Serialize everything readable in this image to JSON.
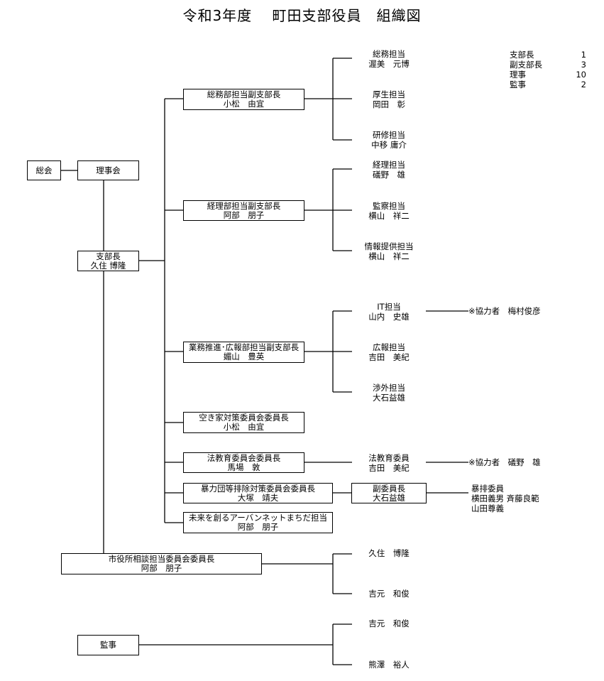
{
  "title": "令和3年度　 町田支部役員　組織図",
  "legend": [
    {
      "label": "支部長",
      "count": "1"
    },
    {
      "label": "副支部長",
      "count": "3"
    },
    {
      "label": "理事",
      "count": "10"
    },
    {
      "label": "監事",
      "count": "2"
    }
  ],
  "boxes": {
    "soukai": [
      "総会"
    ],
    "rijikai": [
      "理事会"
    ],
    "shibucho": [
      "支部長",
      "久住 博隆"
    ],
    "soumu_fuku": [
      "総務部担当副支部長",
      "小松　由宜"
    ],
    "keiri_fuku": [
      "経理部担当副支部長",
      "阿部　朋子"
    ],
    "gyomu_fuku": [
      "業務推進･広報部担当副支部長",
      "媚山　豊英"
    ],
    "akiya": [
      "空き家対策委員会委員長",
      "小松　由宜"
    ],
    "houkyouiku": [
      "法教育委員会委員長",
      "馬場　敦"
    ],
    "boryoku": [
      "暴力団等排除対策委員会委員長",
      "大塚　靖夫"
    ],
    "boryoku_fuku": [
      "副委員長",
      "大石益雄"
    ],
    "mirai": [
      "未来を創るアーバンネットまちだ担当",
      "阿部　朋子"
    ],
    "shiyakusho": [
      "市役所相談担当委員会委員長",
      "阿部　朋子"
    ],
    "kanji": [
      "監事"
    ]
  },
  "labels": {
    "soumu_tanto": [
      "総務担当",
      "渥美　元博"
    ],
    "kousei": [
      "厚生担当",
      "岡田　彰"
    ],
    "kenshu": [
      "研修担当",
      "中移 庸介"
    ],
    "keiri_tanto": [
      "経理担当",
      "礒野　雄"
    ],
    "kansatsu": [
      "監察担当",
      "横山　祥二"
    ],
    "joho": [
      "情報提供担当",
      "横山　祥二"
    ],
    "it": [
      "IT担当",
      "山内　史雄"
    ],
    "kouhou": [
      "広報担当",
      "吉田　美紀"
    ],
    "shogai": [
      "渉外担当",
      "大石益雄"
    ],
    "houkyouiku_iin": [
      "法教育委員",
      "吉田　美紀"
    ],
    "shiyakusho_1": [
      "久住　博隆"
    ],
    "shiyakusho_2": [
      "吉元　和俊"
    ],
    "kanji_1": [
      "吉元　和俊"
    ],
    "kanji_2": [
      "熊澤　裕人"
    ]
  },
  "notes": {
    "it_kyoryoku": "※協力者　梅村俊彦",
    "hou_kyoryoku": "※協力者　礒野　雄",
    "bohai": [
      "暴排委員",
      "横田義男 斉藤良範",
      "山田尊義"
    ]
  }
}
